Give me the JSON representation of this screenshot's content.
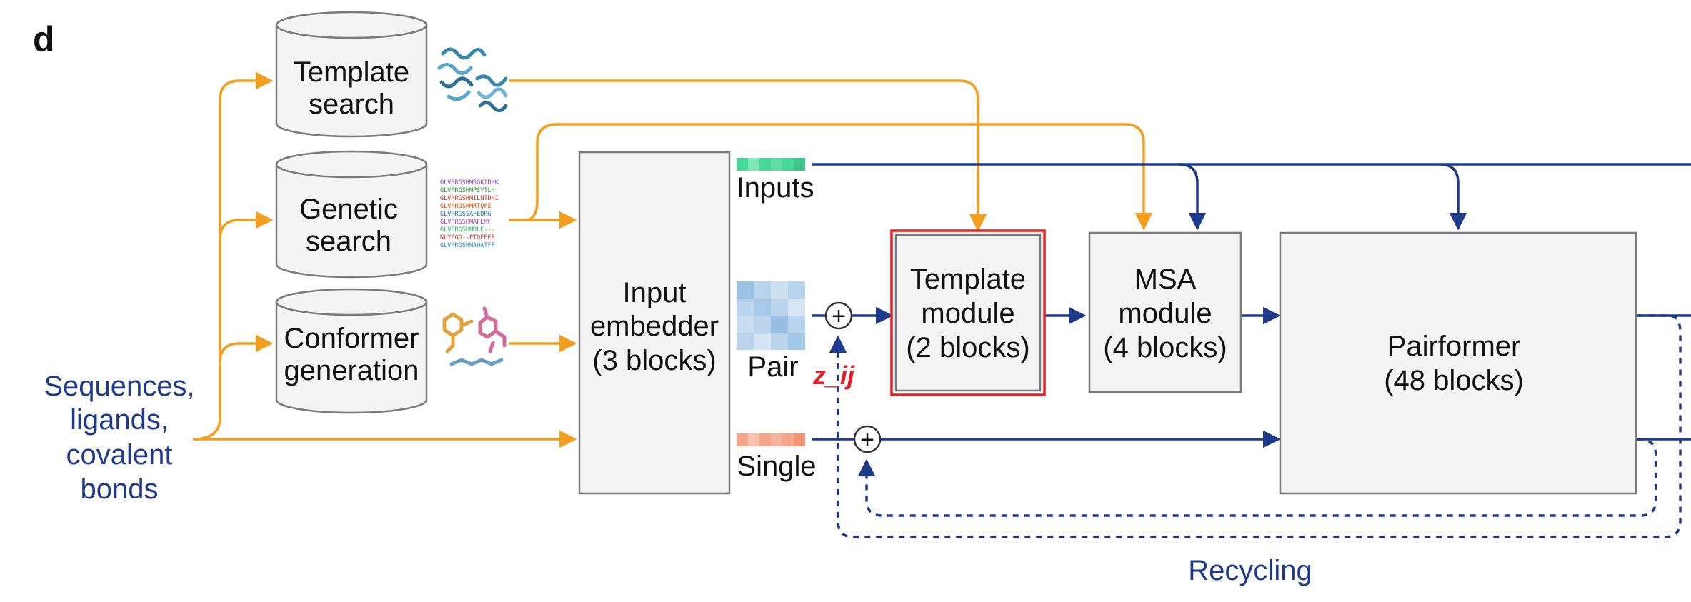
{
  "panel_letter": "d",
  "colors": {
    "orange": "#f29e1f",
    "navy": "#1e3a8a",
    "box_fill": "#f4f4f4",
    "box_stroke": "#7a7a7a",
    "highlight": "#e01f26"
  },
  "input_label": {
    "line1": "Sequences,",
    "line2": "ligands,",
    "line3": "covalent",
    "line4": "bonds"
  },
  "databases": {
    "template_search": {
      "line1": "Template",
      "line2": "search",
      "icon": "protein-structure-icon"
    },
    "genetic_search": {
      "line1": "Genetic",
      "line2": "search",
      "icon": "msa-alignment-icon"
    },
    "conformer_generation": {
      "line1": "Conformer",
      "line2": "generation",
      "icon": "ligand-molecule-icon"
    }
  },
  "msa_lines": [
    "GLVPRGSHMSGKIDHK",
    "GLVPRGSHMPSYTLH",
    "GLVPRGSHMILNTDHI",
    "GLVPRGSHMRTQFE",
    "GLVPRGSSAFEDRG",
    "GLVPRGSHMAFEMF",
    "GLVPRGSHMDLE---",
    "NLYFQG--PTQFEER",
    "GLVPRGSHMAHATFF"
  ],
  "input_embedder": {
    "line1": "Input",
    "line2": "embedder",
    "line3": "(3 blocks)"
  },
  "representations": {
    "inputs": "Inputs",
    "pair": "Pair",
    "single": "Single",
    "pair_symbol": "z_ij"
  },
  "template_module": {
    "line1": "Template",
    "line2": "module",
    "line3": "(2 blocks)"
  },
  "msa_module": {
    "line1": "MSA",
    "line2": "module",
    "line3": "(4 blocks)"
  },
  "pairformer": {
    "line1": "Pairformer",
    "line2": "(48 blocks)"
  },
  "recycling_label": "Recycling",
  "plus_symbol": "+"
}
